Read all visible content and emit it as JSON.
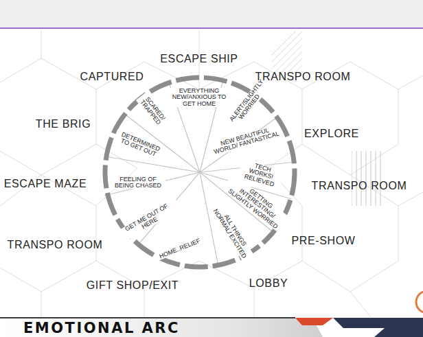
{
  "diagram": {
    "title": "EMOTIONAL ARC",
    "labels": [
      "CAPTURED",
      "ESCAPE SHIP",
      "TRANSPO ROOM",
      "THE BRIG",
      "EXPLORE",
      "ESCAPE MAZE",
      "TRANSPO ROOM",
      "TRANSPO ROOM",
      "PRE-SHOW",
      "GIFT SHOP/EXIT",
      "LOBBY",
      "SCARED/ TRAPPED",
      "EVERYTHING NEW/ANXIOUS TO GET HOME",
      "ALERT/SLIGHTLY WORRIED",
      "DETERMINED TO GET OUT",
      "NEW BEAUTIFUL WORLD/ FANTASTICAL",
      "TECH WORKS! RELIEVED",
      "FEELING OF BEING CHASED",
      "GETTING INTERESTING/ SLIGHTLY WORRIED",
      "GET ME OUT OF HERE",
      "ALL THINGS NORMAL/ EXCITED",
      "HOME..RELIEF"
    ]
  }
}
